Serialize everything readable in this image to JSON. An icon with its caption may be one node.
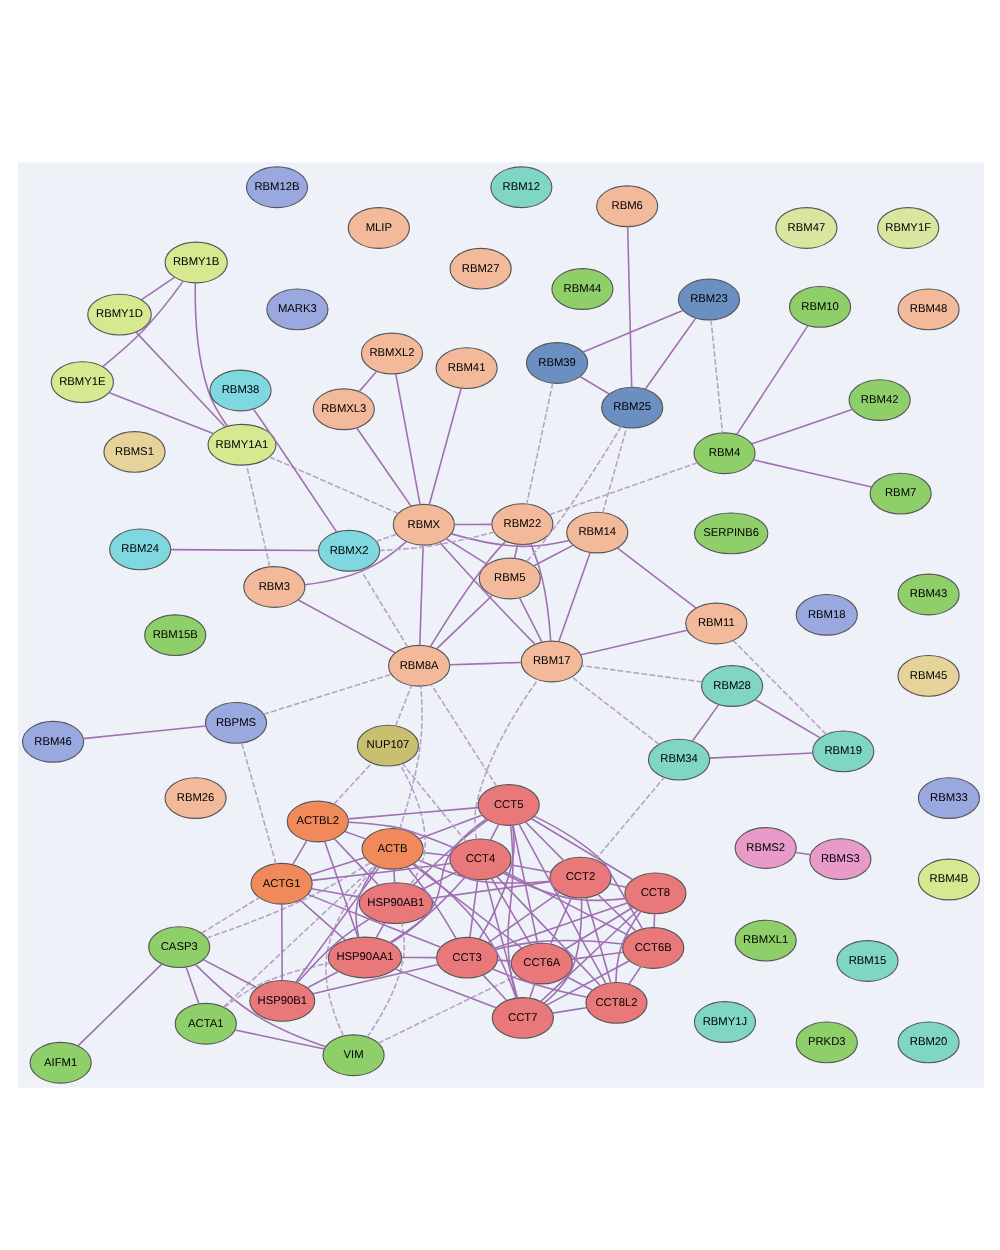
{
  "diagram": {
    "nodes": [
      {
        "text": [
          "VIM"
        ]
      },
      {
        "text": [
          "AIFM1"
        ]
      },
      {
        "text": [
          "ACTA1"
        ]
      },
      {
        "text": [
          "CASP3"
        ]
      },
      {
        "text": [
          "CCT6A"
        ]
      },
      {
        "text": [
          "CCT8"
        ]
      },
      {
        "text": [
          "ACTB"
        ]
      },
      {
        "text": [
          "CCT3"
        ]
      },
      {
        "text": [
          "CCT8L2"
        ]
      },
      {
        "text": [
          "CCT7"
        ]
      },
      {
        "text": [
          "HSP90B1"
        ]
      },
      {
        "text": [
          "RBM18"
        ]
      },
      {
        "text": [
          "MARK3"
        ]
      },
      {
        "text": [
          "RBMXL1"
        ]
      },
      {
        "text": [
          "RBM44"
        ]
      },
      {
        "text": [
          "HSP90AA1"
        ]
      },
      {
        "text": [
          "CCT6B"
        ]
      },
      {
        "text": [
          "CCT2"
        ]
      },
      {
        "text": [
          "CCT5"
        ]
      },
      {
        "text": [
          "ACTG1"
        ]
      },
      {
        "text": [
          "RBM26"
        ]
      },
      {
        "text": [
          "RBM15"
        ]
      },
      {
        "text": [
          "HSP90AB1"
        ]
      },
      {
        "text": [
          "RBM27"
        ]
      },
      {
        "text": [
          "RBM15B"
        ]
      },
      {
        "text": [
          "RBMY1F"
        ]
      },
      {
        "text": [
          "CCT4"
        ]
      },
      {
        "text": [
          "ACTBL2"
        ]
      },
      {
        "text": [
          "RBPMS"
        ]
      },
      {
        "text": [
          "RBM46"
        ]
      },
      {
        "text": [
          "RBM47"
        ]
      },
      {
        "text": [
          "MLIP"
        ]
      },
      {
        "text": [
          "RBMS1"
        ]
      },
      {
        "text": [
          "NUP107"
        ]
      },
      {
        "text": [
          "RBMY1J"
        ]
      },
      {
        "text": [
          "RBM45"
        ]
      },
      {
        "text": [
          "RBM28"
        ]
      },
      {
        "text": [
          "RBMS2"
        ]
      },
      {
        "text": [
          "RBMS3"
        ]
      },
      {
        "text": [
          "RBM43"
        ]
      },
      {
        "text": [
          "RBM19"
        ]
      },
      {
        "text": [
          "RBM8A"
        ]
      },
      {
        "text": [
          "RBM34"
        ]
      },
      {
        "text": [
          "RBM17"
        ]
      },
      {
        "text": [
          "RBM48"
        ]
      },
      {
        "text": [
          "PRKD3"
        ]
      },
      {
        "text": [
          "SERPINB6"
        ]
      },
      {
        "text": [
          "RBM11"
        ]
      },
      {
        "text": [
          "RBM3"
        ]
      },
      {
        "text": [
          "RBMY1B"
        ]
      },
      {
        "text": [
          "RBM14"
        ]
      },
      {
        "text": [
          "RBM5"
        ]
      },
      {
        "text": [
          "RBMY1A1"
        ]
      },
      {
        "text": [
          "RBM25"
        ]
      },
      {
        "text": [
          "RBM6"
        ]
      },
      {
        "text": [
          "RBMX"
        ]
      },
      {
        "text": [
          "RBM22"
        ]
      },
      {
        "text": [
          "RBMY1D"
        ]
      },
      {
        "text": [
          "RBM20"
        ]
      },
      {
        "text": [
          "RBMXL3"
        ]
      },
      {
        "text": [
          "RBM39"
        ]
      },
      {
        "text": [
          "RBMY1E"
        ]
      },
      {
        "text": [
          "RBM23"
        ]
      },
      {
        "text": [
          "RBMXL2"
        ]
      },
      {
        "text": [
          "RBM4B"
        ]
      },
      {
        "text": [
          "RBM33"
        ]
      },
      {
        "text": [
          "RBM12"
        ]
      },
      {
        "text": [
          "RBM4"
        ]
      },
      {
        "text": [
          "RBM42"
        ]
      },
      {
        "text": [
          "RBMX2"
        ]
      },
      {
        "text": [
          "RBM41"
        ]
      },
      {
        "text": [
          "RBM12B"
        ]
      },
      {
        "text": [
          "RBM7"
        ]
      },
      {
        "text": [
          "RBM10"
        ]
      },
      {
        "text": [
          "RBM38"
        ]
      },
      {
        "text": [
          "RBM24"
        ]
      }
    ],
    "edges": [
      {
        "from": 4,
        "to": 5,
        "arrow": "none"
      },
      {
        "from": 4,
        "to": 7,
        "arrow": "none"
      },
      {
        "from": 4,
        "to": 8,
        "arrow": "none"
      },
      {
        "from": 4,
        "to": 9,
        "arrow": "none"
      },
      {
        "from": 4,
        "to": 16,
        "arrow": "none"
      },
      {
        "from": 4,
        "to": 17,
        "arrow": "none"
      },
      {
        "from": 4,
        "to": 18,
        "arrow": "none"
      },
      {
        "from": 4,
        "to": 26,
        "arrow": "none"
      },
      {
        "from": 5,
        "to": 7,
        "arrow": "none"
      },
      {
        "from": 5,
        "to": 8,
        "arrow": "none"
      },
      {
        "from": 5,
        "to": 9,
        "arrow": "none"
      },
      {
        "from": 5,
        "to": 16,
        "arrow": "none"
      },
      {
        "from": 5,
        "to": 17,
        "arrow": "none"
      },
      {
        "from": 5,
        "to": 18,
        "arrow": "none"
      },
      {
        "from": 5,
        "to": 26,
        "arrow": "none"
      },
      {
        "from": 7,
        "to": 8,
        "arrow": "none"
      },
      {
        "from": 7,
        "to": 9,
        "arrow": "none"
      },
      {
        "from": 7,
        "to": 16,
        "arrow": "none"
      },
      {
        "from": 7,
        "to": 17,
        "arrow": "none"
      },
      {
        "from": 7,
        "to": 18,
        "arrow": "none"
      },
      {
        "from": 7,
        "to": 26,
        "arrow": "none"
      },
      {
        "from": 8,
        "to": 9,
        "arrow": "none"
      },
      {
        "from": 8,
        "to": 16,
        "arrow": "none"
      },
      {
        "from": 8,
        "to": 17,
        "arrow": "none"
      },
      {
        "from": 8,
        "to": 18,
        "arrow": "none"
      },
      {
        "from": 8,
        "to": 26,
        "arrow": "none"
      },
      {
        "from": 9,
        "to": 16,
        "arrow": "none"
      },
      {
        "from": 9,
        "to": 17,
        "arrow": "none"
      },
      {
        "from": 9,
        "to": 18,
        "arrow": "none"
      },
      {
        "from": 9,
        "to": 26,
        "arrow": "none"
      },
      {
        "from": 16,
        "to": 17,
        "arrow": "none"
      },
      {
        "from": 16,
        "to": 18,
        "arrow": "none"
      },
      {
        "from": 16,
        "to": 26,
        "arrow": "none"
      },
      {
        "from": 17,
        "to": 18,
        "arrow": "none"
      },
      {
        "from": 17,
        "to": 26,
        "arrow": "none"
      },
      {
        "from": 18,
        "to": 26,
        "arrow": "none"
      },
      {
        "from": 6,
        "to": 7,
        "arrow": "none"
      },
      {
        "from": 6,
        "to": 9,
        "arrow": "none"
      },
      {
        "from": 6,
        "to": 4,
        "arrow": "none"
      },
      {
        "from": 6,
        "to": 18,
        "arrow": "none"
      },
      {
        "from": 6,
        "to": 26,
        "arrow": "none"
      },
      {
        "from": 6,
        "to": 17,
        "arrow": "none"
      },
      {
        "from": 15,
        "to": 7,
        "arrow": "none"
      },
      {
        "from": 15,
        "to": 9,
        "arrow": "none"
      },
      {
        "from": 15,
        "to": 18,
        "arrow": "none"
      },
      {
        "from": 15,
        "to": 26,
        "arrow": "none"
      },
      {
        "from": 22,
        "to": 18,
        "arrow": "none"
      },
      {
        "from": 22,
        "to": 26,
        "arrow": "none"
      },
      {
        "from": 22,
        "to": 17,
        "arrow": "none"
      },
      {
        "from": 19,
        "to": 7,
        "arrow": "none"
      },
      {
        "from": 19,
        "to": 26,
        "arrow": "none"
      },
      {
        "from": 27,
        "to": 26,
        "arrow": "none"
      },
      {
        "from": 27,
        "to": 18,
        "arrow": "none"
      },
      {
        "from": 10,
        "to": 7,
        "arrow": "none"
      },
      {
        "from": 6,
        "to": 10,
        "arrow": "none"
      },
      {
        "from": 6,
        "to": 15,
        "arrow": "none"
      },
      {
        "from": 6,
        "to": 22,
        "arrow": "none"
      },
      {
        "from": 6,
        "to": 19,
        "arrow": "none"
      },
      {
        "from": 6,
        "to": 27,
        "arrow": "none"
      },
      {
        "from": 15,
        "to": 10,
        "arrow": "none"
      },
      {
        "from": 15,
        "to": 22,
        "arrow": "none"
      },
      {
        "from": 22,
        "to": 10,
        "arrow": "none"
      },
      {
        "from": 15,
        "to": 19,
        "arrow": "none"
      },
      {
        "from": 10,
        "to": 19,
        "arrow": "none"
      },
      {
        "from": 22,
        "to": 19,
        "arrow": "none"
      },
      {
        "from": 22,
        "to": 27,
        "arrow": "none"
      },
      {
        "from": 15,
        "to": 27,
        "arrow": "none"
      },
      {
        "from": 19,
        "to": 27,
        "arrow": "none"
      },
      {
        "from": 0,
        "to": 2,
        "arrow": "none"
      },
      {
        "from": 0,
        "to": 3,
        "arrow": "none"
      },
      {
        "from": 2,
        "to": 3,
        "arrow": "none"
      },
      {
        "from": 3,
        "to": 1,
        "arrow": "none"
      },
      {
        "from": 0,
        "to": 6,
        "arrow": "none",
        "style": "dashed"
      },
      {
        "from": 0,
        "to": 4,
        "arrow": "none",
        "style": "dashed"
      },
      {
        "from": 2,
        "to": 6,
        "arrow": "none",
        "style": "dashed"
      },
      {
        "from": 3,
        "to": 6,
        "arrow": "none",
        "style": "dashed"
      },
      {
        "from": 3,
        "to": 19,
        "arrow": "none",
        "style": "dashed"
      },
      {
        "from": 2,
        "to": 15,
        "arrow": "none",
        "style": "dashed"
      },
      {
        "from": 0,
        "to": 22,
        "arrow": "none",
        "style": "dashed"
      },
      {
        "from": 3,
        "to": 10,
        "arrow": "none"
      },
      {
        "from": 28,
        "to": 29,
        "arrow": "none"
      },
      {
        "from": 19,
        "to": 28,
        "arrow": "none",
        "style": "dashed"
      },
      {
        "from": 28,
        "to": 41,
        "arrow": "none",
        "style": "dashed"
      },
      {
        "from": 22,
        "to": 33,
        "arrow": "none",
        "style": "dashed"
      },
      {
        "from": 27,
        "to": 33,
        "arrow": "none",
        "style": "dashed"
      },
      {
        "from": 26,
        "to": 33,
        "arrow": "none",
        "style": "dashed"
      },
      {
        "from": 33,
        "to": 41,
        "arrow": "none",
        "style": "dashed"
      },
      {
        "from": 17,
        "to": 42,
        "arrow": "none",
        "style": "dashed"
      },
      {
        "from": 26,
        "to": 43,
        "arrow": "none",
        "style": "dashed"
      },
      {
        "from": 18,
        "to": 41,
        "arrow": "none",
        "style": "dashed"
      },
      {
        "from": 6,
        "to": 41,
        "arrow": "none",
        "style": "dashed"
      },
      {
        "from": 38,
        "to": 37,
        "arrow": "none"
      },
      {
        "from": 36,
        "to": 40,
        "arrow": "none"
      },
      {
        "from": 36,
        "to": 42,
        "arrow": "none"
      },
      {
        "from": 40,
        "to": 42,
        "arrow": "none"
      },
      {
        "from": 40,
        "to": 47,
        "arrow": "none",
        "style": "dashed"
      },
      {
        "from": 42,
        "to": 43,
        "arrow": "none",
        "style": "dashed"
      },
      {
        "from": 36,
        "to": 43,
        "arrow": "none",
        "style": "dashed"
      },
      {
        "from": 47,
        "to": 43,
        "arrow": "none"
      },
      {
        "from": 47,
        "to": 50,
        "arrow": "none"
      },
      {
        "from": 50,
        "to": 51,
        "arrow": "none"
      },
      {
        "from": 50,
        "to": 53,
        "arrow": "none",
        "style": "dashed"
      },
      {
        "from": 50,
        "to": 55,
        "arrow": "none"
      },
      {
        "from": 43,
        "to": 41,
        "arrow": "none"
      },
      {
        "from": 43,
        "to": 51,
        "arrow": "none"
      },
      {
        "from": 43,
        "to": 56,
        "arrow": "none"
      },
      {
        "from": 43,
        "to": 55,
        "arrow": "none"
      },
      {
        "from": 43,
        "to": 50,
        "arrow": "none"
      },
      {
        "from": 41,
        "to": 48,
        "arrow": "none"
      },
      {
        "from": 41,
        "to": 55,
        "arrow": "none"
      },
      {
        "from": 41,
        "to": 51,
        "arrow": "none"
      },
      {
        "from": 41,
        "to": 56,
        "arrow": "none"
      },
      {
        "from": 51,
        "to": 56,
        "arrow": "none"
      },
      {
        "from": 51,
        "to": 55,
        "arrow": "none"
      },
      {
        "from": 56,
        "to": 55,
        "arrow": "none"
      },
      {
        "from": 48,
        "to": 55,
        "arrow": "none"
      },
      {
        "from": 54,
        "to": 53,
        "arrow": "none"
      },
      {
        "from": 53,
        "to": 60,
        "arrow": "none"
      },
      {
        "from": 53,
        "to": 62,
        "arrow": "none"
      },
      {
        "from": 60,
        "to": 62,
        "arrow": "none"
      },
      {
        "from": 60,
        "to": 56,
        "arrow": "none",
        "style": "dashed"
      },
      {
        "from": 53,
        "to": 51,
        "arrow": "none",
        "style": "dashed"
      },
      {
        "from": 62,
        "to": 67,
        "arrow": "none",
        "style": "dashed"
      },
      {
        "from": 67,
        "to": 56,
        "arrow": "none",
        "style": "dashed"
      },
      {
        "from": 67,
        "to": 68,
        "arrow": "none"
      },
      {
        "from": 67,
        "to": 72,
        "arrow": "none"
      },
      {
        "from": 67,
        "to": 73,
        "arrow": "none"
      },
      {
        "from": 48,
        "to": 52,
        "arrow": "none",
        "style": "dashed"
      },
      {
        "from": 55,
        "to": 52,
        "arrow": "none",
        "style": "dashed"
      },
      {
        "from": 52,
        "to": 49,
        "arrow": "none"
      },
      {
        "from": 52,
        "to": 57,
        "arrow": "none"
      },
      {
        "from": 52,
        "to": 61,
        "arrow": "none"
      },
      {
        "from": 49,
        "to": 61,
        "arrow": "none"
      },
      {
        "from": 49,
        "to": 57,
        "arrow": "none"
      },
      {
        "from": 55,
        "to": 59,
        "arrow": "none"
      },
      {
        "from": 55,
        "to": 63,
        "arrow": "none"
      },
      {
        "from": 59,
        "to": 63,
        "arrow": "none"
      },
      {
        "from": 55,
        "to": 70,
        "arrow": "none"
      },
      {
        "from": 55,
        "to": 69,
        "arrow": "none",
        "style": "dashed"
      },
      {
        "from": 41,
        "to": 69,
        "arrow": "none",
        "style": "dashed"
      },
      {
        "from": 56,
        "to": 69,
        "arrow": "none",
        "style": "dashed"
      },
      {
        "from": 69,
        "to": 75,
        "arrow": "none"
      },
      {
        "from": 69,
        "to": 74,
        "arrow": "none"
      }
    ]
  }
}
